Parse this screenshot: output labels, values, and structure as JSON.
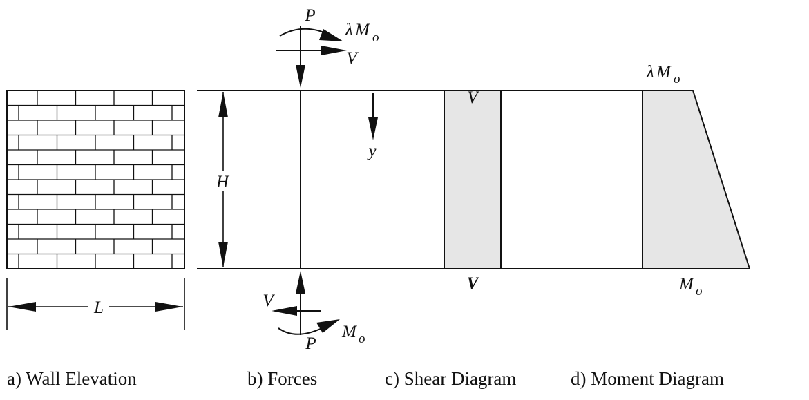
{
  "diagram": {
    "captions": {
      "a": "a)  Wall Elevation",
      "b": "b)  Forces",
      "c": "c)  Shear Diagram",
      "d": "d)  Moment Diagram"
    },
    "labels": {
      "P": "P",
      "V": "V",
      "lambda": "λ",
      "M": "M",
      "o": "o",
      "y": "y",
      "H": "H",
      "L": "L"
    }
  }
}
